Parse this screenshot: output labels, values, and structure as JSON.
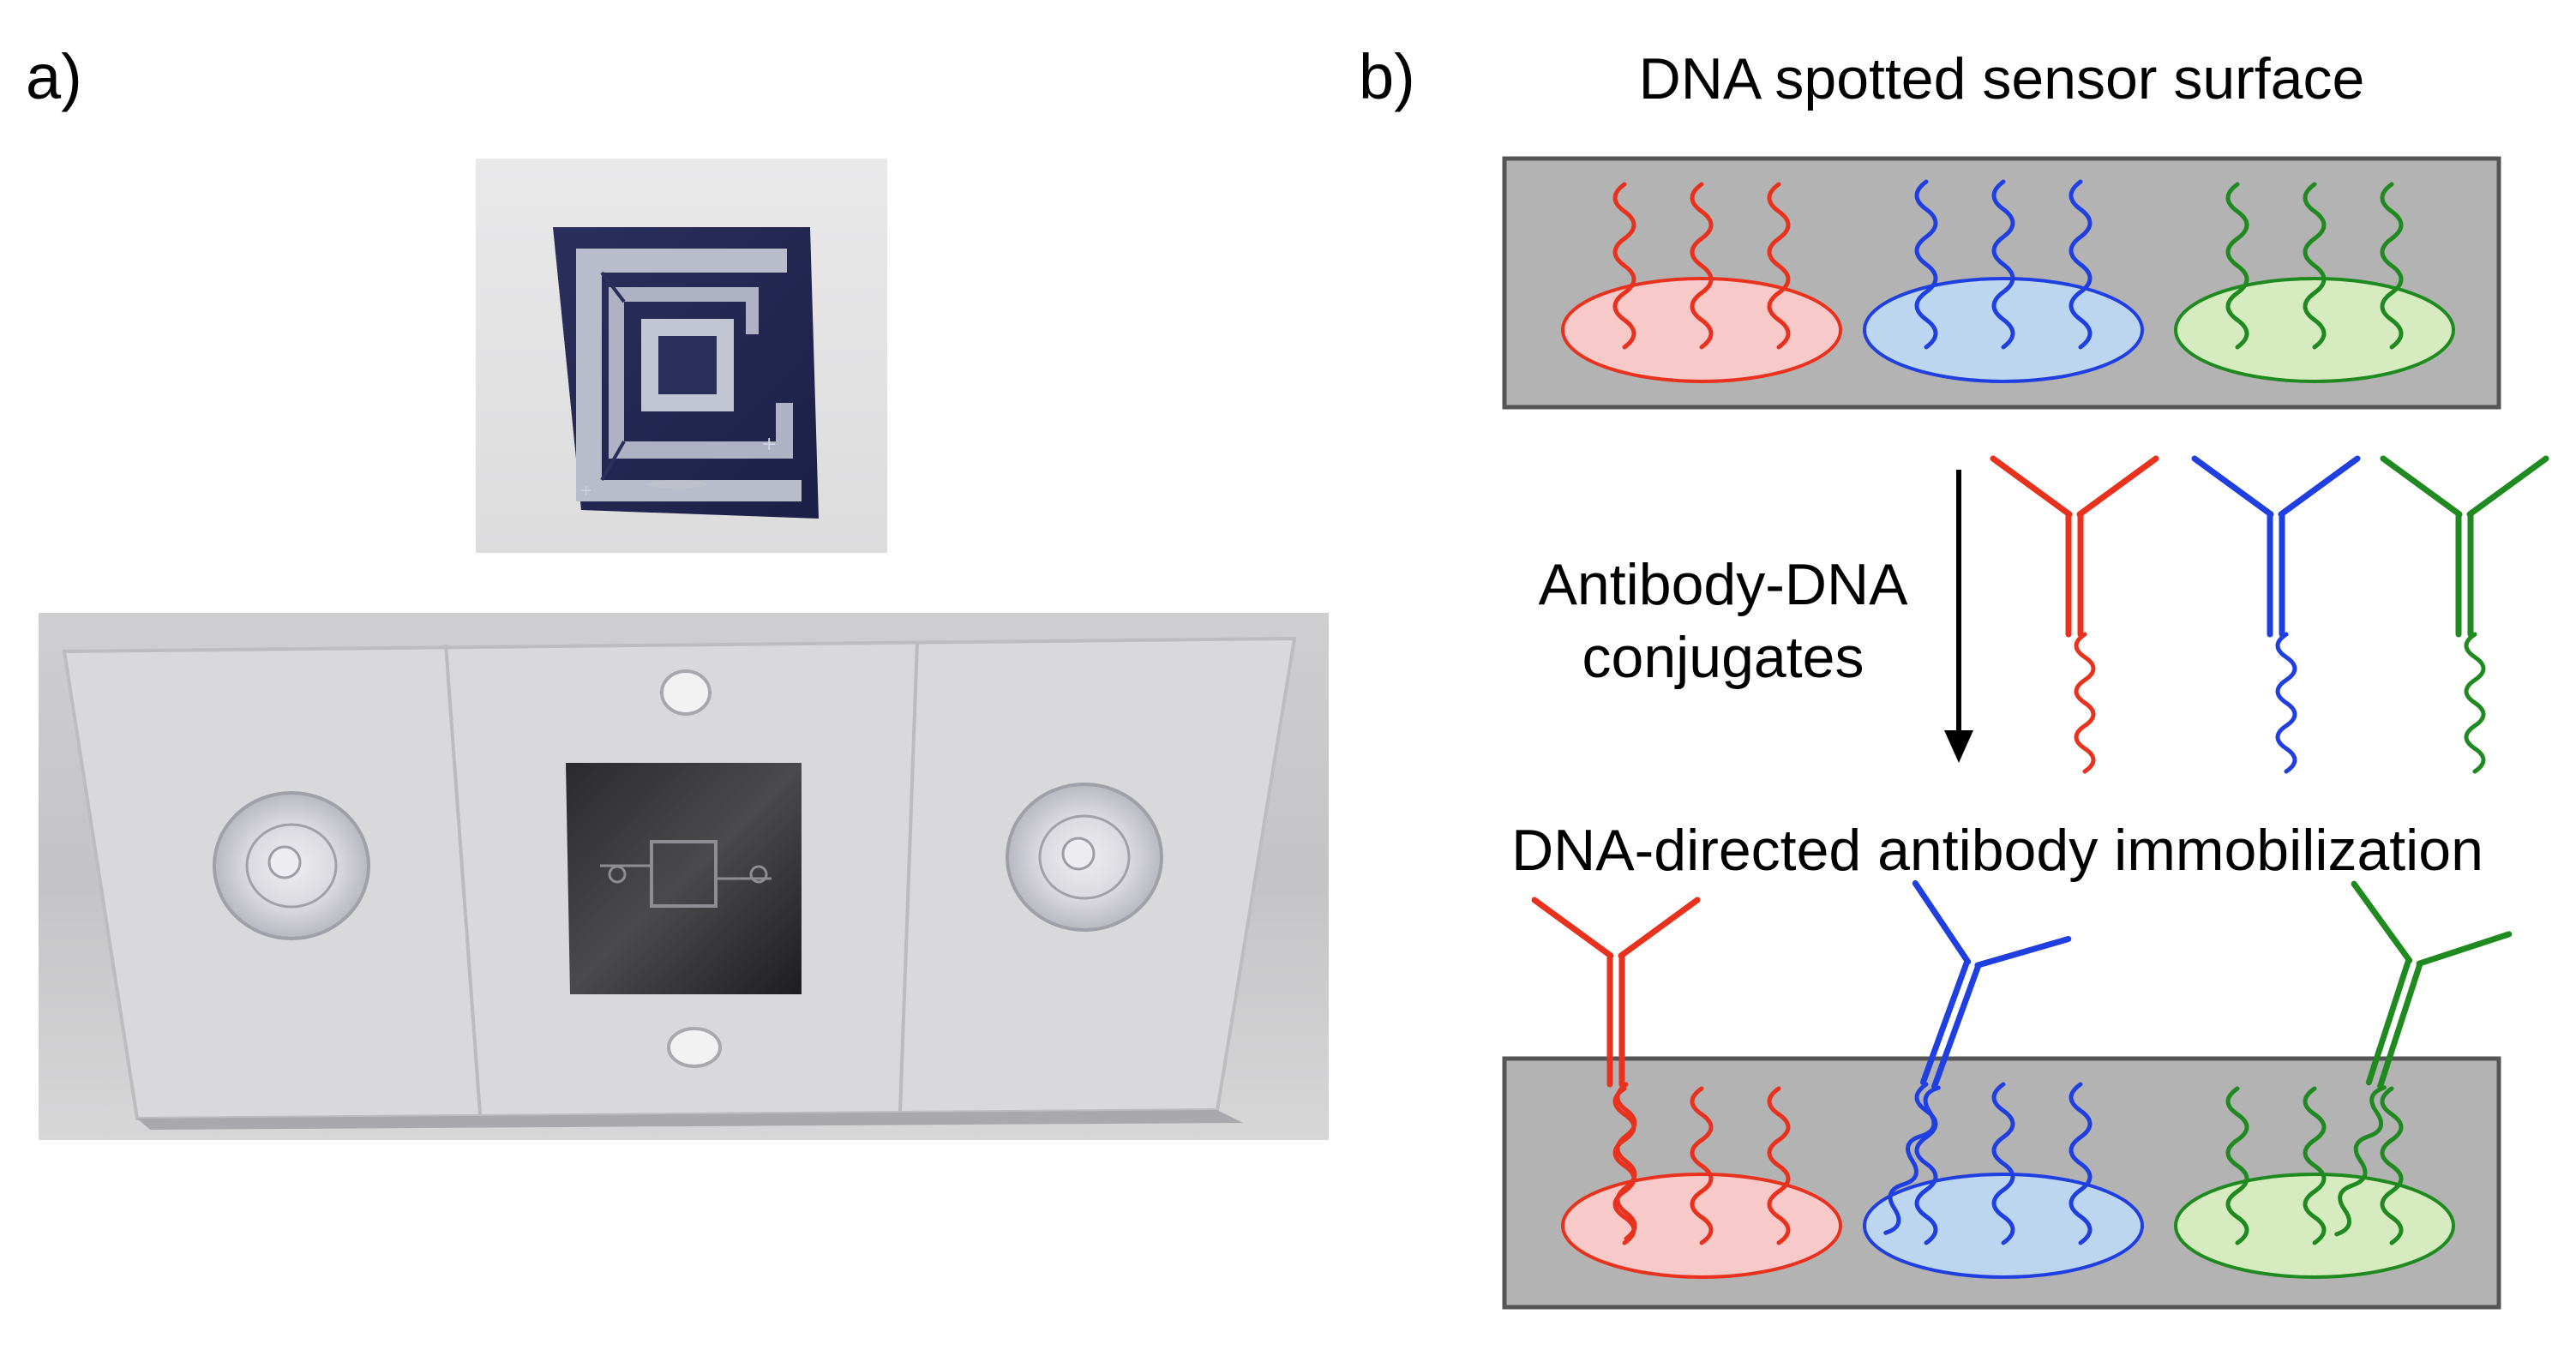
{
  "panel_a": {
    "label": "a)"
  },
  "panel_b": {
    "label": "b)",
    "top_title": "DNA spotted sensor surface",
    "arrow_label_line1": "Antibody-DNA",
    "arrow_label_line2": "conjugates",
    "bottom_title": "DNA-directed antibody immobilization"
  },
  "colors": {
    "red": "#e8321e",
    "blue": "#1f3fe0",
    "green": "#1f8a1f",
    "red_spot": "#f7c9c9",
    "blue_spot": "#bcd6f0",
    "green_spot": "#d6ebbf",
    "surface": "#b3b3b3"
  }
}
